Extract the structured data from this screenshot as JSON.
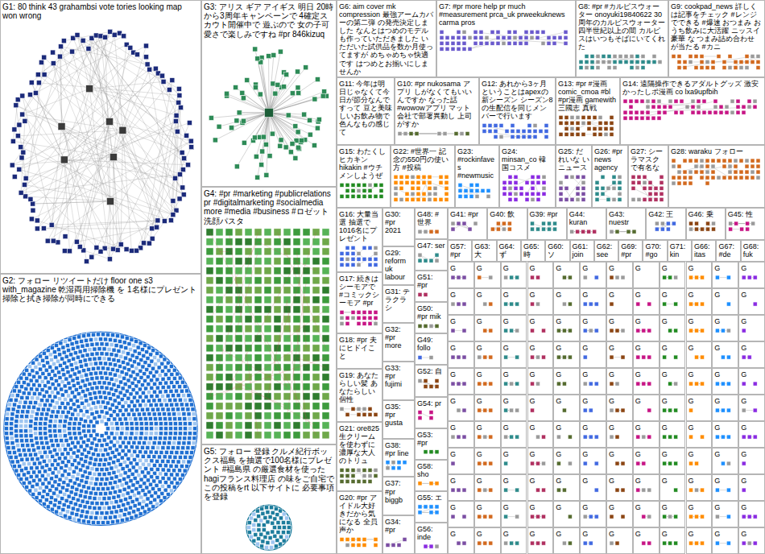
{
  "diagram": {
    "nodes": [
      {
        "text": [
          "G1: 80 think 43 grahambsi vote tories looking map won wrong"
        ]
      },
      {
        "text": [
          "G2: フォロー リツイートだけ floor one s3 with_magazine 乾湿両用掃除機 を 1名様にプレゼント 掃除と拭き掃除が同時にできる"
        ]
      },
      {
        "text": [
          "G3: アリス ギア アイギス 明日 20時から3周年キャンペーンで 4確定スカウト開催中で 遊ぶので 女の子可愛さで楽しみですね #pr 846kizuq"
        ]
      },
      {
        "text": [
          "G4: #pr #marketing #publicrelations pr #digitalmarketing #socialmedia more #media #business #ロゼット 洗顔パスタ"
        ]
      },
      {
        "text": [
          "G5: フォロー 登録 クルメ紀行ボックス福島 を抽選で100名様にプレゼント #福島県 の厳選食材を使った hagiフランス料理店 の味をご自宅で この投稿をrt 以下サイトに 必要事項を登録"
        ]
      },
      {
        "text": [
          "G6: aim cover mk compression 最強アームカバーの第二弾 の発売決定しました なんとはつめのモデルも作っていただきました いただいた試供品を数か月使ってますが めちゃめちゃ快適です はつめとお揃いにしませんか"
        ]
      },
      {
        "text": [
          "G7: #pr more help pr much #measurement prca_uk prweekuknews carma pros"
        ]
      },
      {
        "text": [
          "G8: #pr #カルピスウォーター onoyuki19840622 30周年のカルピスウォーター 四半世紀以上の間 カルピスはいつもそばにいてくれた"
        ]
      },
      {
        "text": [
          "G9: cookpad_news 詳しくは記事をチェック #レンジ でできる #爆速 おつまみ おうち飲みに大活躍 ニッスイ豪華 な つまみ詰め合わせ が当たる #カニ"
        ]
      },
      {
        "text": [
          "G11: 今年は明日じゃなくて今日が節分なんですって 豆と美味しいお飲み物で 色んなもの感じて"
        ]
      },
      {
        "text": [
          "G10: #pr nukosama アプリ しがなくてもいいんですか なった話 #wowowアプリ マット 会社で部署異動し 上司がすか"
        ]
      },
      {
        "text": [
          "G12: あれから3ヶ月 ということはapexの新シーズン シーズン8の生配信を同じメンバーで行います"
        ]
      },
      {
        "text": [
          "G13: #pr #漫画 comic_cmoa #bl #pr漫画 gamewith 三國志 真戦"
        ]
      },
      {
        "text": [
          "G14: 遠隔操作できるアダルトグッズ 激安 かったしポ漫画 co lxa9upfbih"
        ]
      },
      {
        "text": [
          "G15: わたくしヒカキン hikakin #ウチメンしようぜ"
        ]
      },
      {
        "text": [
          "G22: #世界一 記念の550円の使い方 #投稿"
        ]
      },
      {
        "text": [
          "G23: #rockinfaves #newmusic"
        ]
      },
      {
        "text": [
          "G24: minsan_co 韓国コスメ"
        ]
      },
      {
        "text": [
          "G25: だれいな いニュース"
        ]
      },
      {
        "text": [
          "G26: #pr news agency"
        ]
      },
      {
        "text": [
          "G27: シーラマスクで有名な"
        ]
      },
      {
        "text": [
          "G28: waraku フォロー"
        ]
      },
      {
        "text": [
          "G16: 大量当選 抽選で1016名にプレゼント"
        ]
      },
      {
        "text": [
          "G17: 続きはシーモアで #コミックシーモア #pr"
        ]
      },
      {
        "text": [
          "G18: #pr 夫にヒドイこと"
        ]
      },
      {
        "text": [
          "G19: あなたらしい髪 あなたらしい個性"
        ]
      },
      {
        "text": [
          "G21: ore825 生クリームを使わずに濃厚な大人のトリュ"
        ]
      },
      {
        "text": [
          "G20: #pr アイドル大好きだから気になる 全員声か"
        ]
      },
      {
        "text": [
          "G30: #pr 2021"
        ]
      },
      {
        "text": [
          "G29: reform uk labour"
        ]
      },
      {
        "text": [
          "G31: テラクラシ"
        ]
      },
      {
        "text": [
          "G32: #pr more"
        ]
      },
      {
        "text": [
          "G33: #pr fujimi"
        ]
      },
      {
        "text": [
          "G35: #pr gusta"
        ]
      },
      {
        "text": [
          "G38: #pr line"
        ]
      },
      {
        "text": [
          "G37: #pr biggb"
        ]
      },
      {
        "text": [
          "G34: #pr"
        ]
      },
      {
        "text": [
          "G48: #世界"
        ]
      },
      {
        "text": [
          "G47: ser"
        ]
      },
      {
        "text": [
          "G51: #pr"
        ]
      },
      {
        "text": [
          "G50: #pr mik"
        ]
      },
      {
        "text": [
          "G49: follo"
        ]
      },
      {
        "text": [
          "G52: 自"
        ]
      },
      {
        "text": [
          "G54: pr"
        ]
      },
      {
        "text": [
          "G53: #pr"
        ]
      },
      {
        "text": [
          "G58: sho"
        ]
      },
      {
        "text": [
          "G55: エ"
        ]
      },
      {
        "text": [
          "G56: inde"
        ]
      },
      {
        "text": [
          "G41: #pr"
        ]
      },
      {
        "text": [
          "G40: 飲"
        ]
      },
      {
        "text": [
          "G39: #pr"
        ]
      },
      {
        "text": [
          "G44: kuran"
        ]
      },
      {
        "text": [
          "G43: nuestr"
        ]
      },
      {
        "text": [
          "G42: 王"
        ]
      },
      {
        "text": [
          "G46: 乗"
        ]
      },
      {
        "text": [
          "G45: 性"
        ]
      },
      {
        "text": [
          "G57: #pr"
        ]
      },
      {
        "text": [
          "G63: 大"
        ]
      },
      {
        "text": [
          "G64: ず"
        ]
      },
      {
        "text": [
          "G65: 時"
        ]
      },
      {
        "text": [
          "G60: ソ"
        ]
      },
      {
        "text": [
          "G61: join"
        ]
      },
      {
        "text": [
          "G62: see"
        ]
      },
      {
        "text": [
          "G69: #pr"
        ]
      },
      {
        "text": [
          "G70: #go"
        ]
      },
      {
        "text": [
          "G71: kin"
        ]
      },
      {
        "text": [
          "G66: itas"
        ]
      },
      {
        "text": [
          "G67: #de"
        ]
      },
      {
        "text": [
          "G68: fuk"
        ]
      },
      {
        "text": [
          "G"
        ]
      },
      {
        "text": [
          "G"
        ]
      },
      {
        "text": [
          "G"
        ]
      },
      {
        "text": [
          "G"
        ]
      },
      {
        "text": [
          "G"
        ]
      },
      {
        "text": [
          "G"
        ]
      },
      {
        "text": [
          "G"
        ]
      },
      {
        "text": [
          "G"
        ]
      },
      {
        "text": [
          "G"
        ]
      },
      {
        "text": [
          "G"
        ]
      },
      {
        "text": [
          "G"
        ]
      },
      {
        "text": [
          "G"
        ]
      },
      {
        "text": [
          "G"
        ]
      },
      {
        "text": [
          "G"
        ]
      },
      {
        "text": [
          "G"
        ]
      },
      {
        "text": [
          "G"
        ]
      },
      {
        "text": [
          "G"
        ]
      },
      {
        "text": [
          "G"
        ]
      },
      {
        "text": [
          "G"
        ]
      },
      {
        "text": [
          "G"
        ]
      },
      {
        "text": [
          "G"
        ]
      },
      {
        "text": [
          "G"
        ]
      },
      {
        "text": [
          "G"
        ]
      },
      {
        "text": [
          "G"
        ]
      },
      {
        "text": [
          "G"
        ]
      },
      {
        "text": [
          "G"
        ]
      },
      {
        "text": [
          "G"
        ]
      },
      {
        "text": [
          "G"
        ]
      },
      {
        "text": [
          "G"
        ]
      },
      {
        "text": [
          "G"
        ]
      },
      {
        "text": [
          "G"
        ]
      },
      {
        "text": [
          "G"
        ]
      },
      {
        "text": [
          "G"
        ]
      },
      {
        "text": [
          "G"
        ]
      },
      {
        "text": [
          "G"
        ]
      },
      {
        "text": [
          "G"
        ]
      },
      {
        "text": [
          "G"
        ]
      },
      {
        "text": [
          "G"
        ]
      },
      {
        "text": [
          "G"
        ]
      },
      {
        "text": [
          "G"
        ]
      },
      {
        "text": [
          "G"
        ]
      },
      {
        "text": [
          "G"
        ]
      },
      {
        "text": [
          "G"
        ]
      },
      {
        "text": [
          "G"
        ]
      },
      {
        "text": [
          "G"
        ]
      },
      {
        "text": [
          "G"
        ]
      },
      {
        "text": [
          "G"
        ]
      },
      {
        "text": [
          "G"
        ]
      },
      {
        "text": [
          "G"
        ]
      },
      {
        "text": [
          "G"
        ]
      },
      {
        "text": [
          "G"
        ]
      },
      {
        "text": [
          "G"
        ]
      },
      {
        "text": [
          "G"
        ]
      },
      {
        "text": [
          "G"
        ]
      },
      {
        "text": [
          "G"
        ]
      },
      {
        "text": [
          "G"
        ]
      },
      {
        "text": [
          "G"
        ]
      },
      {
        "text": [
          "G"
        ]
      },
      {
        "text": [
          "G"
        ]
      },
      {
        "text": [
          "G"
        ]
      },
      {
        "text": [
          "G"
        ]
      },
      {
        "text": [
          "G"
        ]
      },
      {
        "text": [
          "G"
        ]
      },
      {
        "text": [
          "G"
        ]
      },
      {
        "text": [
          "G"
        ]
      },
      {
        "text": [
          "G"
        ]
      },
      {
        "text": [
          "G"
        ]
      },
      {
        "text": [
          "G"
        ]
      },
      {
        "text": [
          "G"
        ]
      },
      {
        "text": [
          "G"
        ]
      },
      {
        "text": [
          "G"
        ]
      },
      {
        "text": [
          "G"
        ]
      },
      {
        "text": [
          "G"
        ]
      },
      {
        "text": [
          "G"
        ]
      },
      {
        "text": [
          "G"
        ]
      },
      {
        "text": [
          "G"
        ]
      },
      {
        "text": [
          "G"
        ]
      },
      {
        "text": [
          "G"
        ]
      },
      {
        "text": [
          "G"
        ]
      },
      {
        "text": [
          "G"
        ]
      },
      {
        "text": [
          "G"
        ]
      },
      {
        "text": [
          "G"
        ]
      },
      {
        "text": [
          "G"
        ]
      },
      {
        "text": [
          "G"
        ]
      },
      {
        "text": [
          "G"
        ]
      },
      {
        "text": [
          "G"
        ]
      },
      {
        "text": [
          "G"
        ]
      },
      {
        "text": [
          "G"
        ]
      },
      {
        "text": [
          "G"
        ]
      },
      {
        "text": [
          "G"
        ]
      },
      {
        "text": [
          "G"
        ]
      },
      {
        "text": [
          "G"
        ]
      },
      {
        "text": [
          "G"
        ]
      },
      {
        "text": [
          "G"
        ]
      },
      {
        "text": [
          "G"
        ]
      },
      {
        "text": [
          "G"
        ]
      },
      {
        "text": [
          "G"
        ]
      },
      {
        "text": [
          "G"
        ]
      },
      {
        "text": [
          "G"
        ]
      },
      {
        "text": [
          "G"
        ]
      },
      {
        "text": [
          "G"
        ]
      },
      {
        "text": [
          "G"
        ]
      },
      {
        "text": [
          "G"
        ]
      },
      {
        "text": [
          "G"
        ]
      },
      {
        "text": [
          "G"
        ]
      },
      {
        "text": [
          "G"
        ]
      },
      {
        "text": [
          "G"
        ]
      },
      {
        "text": [
          "G"
        ]
      },
      {
        "text": [
          "G"
        ]
      },
      {
        "text": [
          "G"
        ]
      },
      {
        "text": [
          "G"
        ]
      },
      {
        "text": [
          "G"
        ]
      },
      {
        "text": [
          "G"
        ]
      },
      {
        "text": [
          "G"
        ]
      },
      {
        "text": [
          "G"
        ]
      },
      {
        "text": [
          "G"
        ]
      },
      {
        "text": [
          "G"
        ]
      },
      {
        "text": [
          "G"
        ]
      },
      {
        "text": [
          "G"
        ]
      },
      {
        "text": [
          "G"
        ]
      },
      {
        "text": [
          "G"
        ]
      },
      {
        "text": [
          "G"
        ]
      },
      {
        "text": [
          "G"
        ]
      },
      {
        "text": [
          "G"
        ]
      },
      {
        "text": [
          "G"
        ]
      },
      {
        "text": [
          "G"
        ]
      },
      {
        "text": [
          "G"
        ]
      },
      {
        "text": [
          "G"
        ]
      },
      {
        "text": [
          "G"
        ]
      },
      {
        "text": [
          "G"
        ]
      },
      {
        "text": [
          "G"
        ]
      },
      {
        "text": [
          "G"
        ]
      }
    ]
  }
}
